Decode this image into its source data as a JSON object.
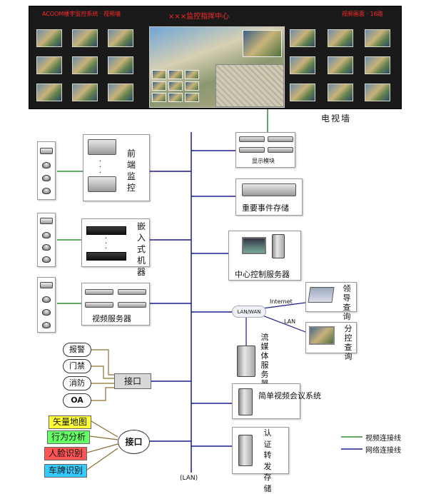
{
  "wall": {
    "left_caption": "ACOOM楼宇监控系统 · 视频墙",
    "center_title": "×××监控指挥中心",
    "right_caption": "视频画面 · 16路",
    "label": "电视墙"
  },
  "modules": {
    "front_monitor": "前端监控",
    "embedded_machine": "嵌入式机器",
    "video_server": "视频服务器",
    "display_module": "显示模块",
    "event_storage": "重要事件存储",
    "central_server": "中心控制服务器",
    "lan_wan": "LAN/WAN",
    "internet": "Internet",
    "lan_small": "LAN",
    "leader_query": "领导查询",
    "sub_query": "分控查询",
    "streaming_server": "流媒体服务器",
    "video_conference": "简单视频会议系统",
    "auth_storage": "认证转发存储",
    "lan_bottom": "(LAN)"
  },
  "interface1": {
    "label": "接口",
    "items": [
      "报警",
      "门禁",
      "消防",
      "OA"
    ]
  },
  "interface2": {
    "label": "接口",
    "items": [
      {
        "text": "矢量地图",
        "color": "#ffff33"
      },
      {
        "text": "行为分析",
        "color": "#66ff66"
      },
      {
        "text": "人脸识别",
        "color": "#ff5555"
      },
      {
        "text": "车牌识别",
        "color": "#33ccff"
      }
    ]
  },
  "legend": {
    "video_line": "视频连接线",
    "network_line": "网络连接线",
    "video_color": "#2e8b2e",
    "network_color": "#1a1a8c"
  },
  "dots": "·  ·  ·"
}
